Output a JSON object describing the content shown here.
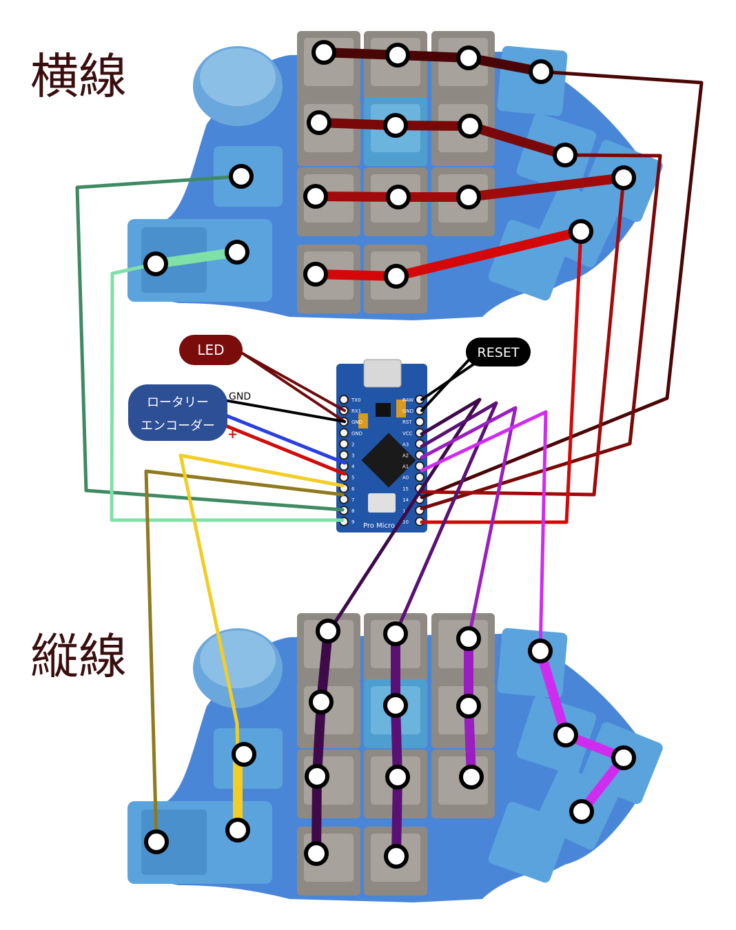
{
  "titles": {
    "rows": "横線",
    "columns": "縦線"
  },
  "labels": {
    "led": "LED",
    "reset": "RESET",
    "rotary_line1": "ロータリー",
    "rotary_line2": "エンコーダー",
    "gnd": "GND",
    "minus": "−",
    "plus": "+"
  },
  "board": {
    "name": "Pro Micro",
    "left_pins": [
      "TX0",
      "RX1",
      "GND",
      "GND",
      "2",
      "3",
      "4",
      "5",
      "6",
      "7",
      "8",
      "9"
    ],
    "right_pins": [
      "RAW",
      "GND",
      "RST",
      "VCC",
      "A3",
      "A2",
      "A1",
      "A0",
      "15",
      "14",
      "16",
      "10"
    ]
  },
  "colors": {
    "row1": "#4a0606",
    "row2": "#7a0808",
    "row3": "#a00a0a",
    "row4": "#d40808",
    "col1": "#3e0a4a",
    "col2": "#5a1074",
    "col3": "#9a1ec0",
    "col4": "#d02cf0",
    "enc_a": "#3f8a62",
    "enc_b": "#7fe0a8",
    "olive": "#8f7a1e",
    "yellow": "#f2cd25",
    "led_wire": "#6e0a0a",
    "gnd_wire": "#000000",
    "minus_wire": "#2a3fe0",
    "plus_wire": "#d20a0a",
    "key_gray": "#8e8983",
    "key_blue": "#4f9ed0",
    "case_blue": "#4a86d8",
    "pcb_blue": "#2055a8",
    "title_text": "#3a0e0e",
    "label_led_bg": "#7a0c0c",
    "label_reset_bg": "#000000",
    "label_rotary_bg": "#2d4f95"
  }
}
